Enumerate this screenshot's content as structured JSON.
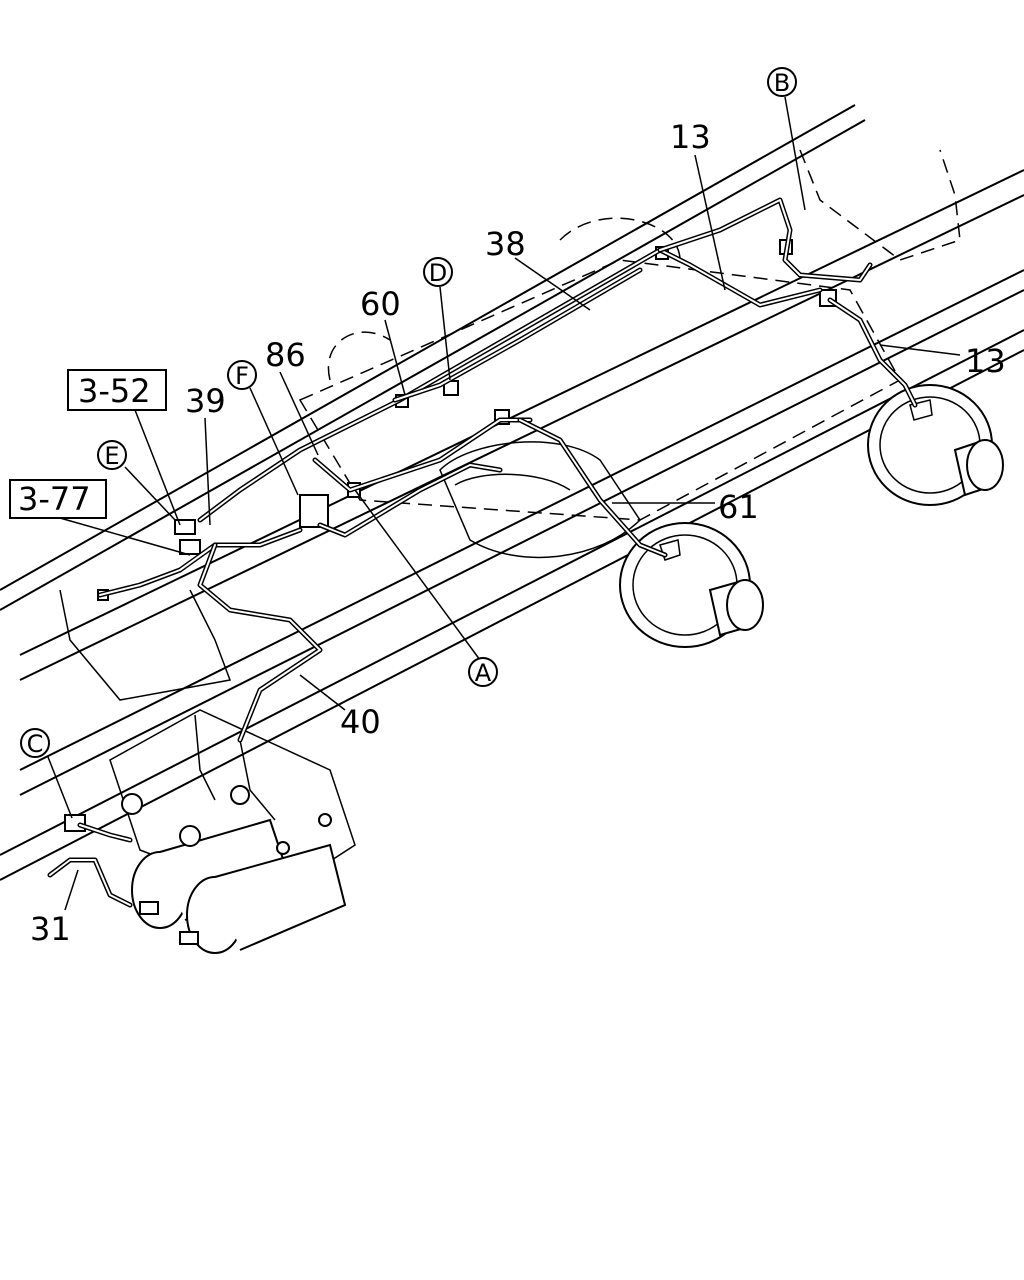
{
  "callouts": {
    "part_13_top": "13",
    "part_13_right": "13",
    "part_38": "38",
    "part_60": "60",
    "part_86": "86",
    "part_39": "39",
    "part_61": "61",
    "part_40": "40",
    "part_31": "31",
    "ref_3_52": "3-52",
    "ref_3_77": "3-77",
    "point_A": "A",
    "point_B": "B",
    "point_C": "C",
    "point_D": "D",
    "point_E": "E",
    "point_F": "F"
  }
}
